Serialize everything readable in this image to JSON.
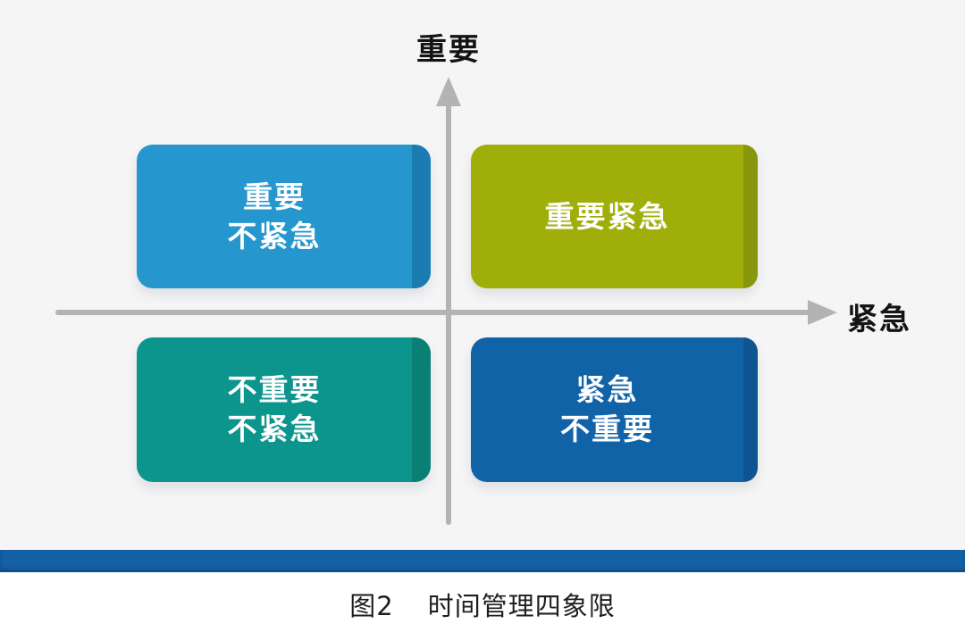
{
  "figure": {
    "background_color": "#f5f5f6",
    "axis_color": "#b3b3b3",
    "y_axis_label": "重要",
    "x_axis_label": "紧急",
    "quadrants": {
      "top_left": {
        "lines": [
          "重要",
          "不紧急"
        ],
        "color": "#2696ce",
        "edge_color": "#1a7cb0"
      },
      "top_right": {
        "lines": [
          "重要紧急"
        ],
        "color": "#9fae08",
        "edge_color": "#87960b"
      },
      "bottom_left": {
        "lines": [
          "不重要",
          "不紧急"
        ],
        "color": "#0b958d",
        "edge_color": "#097f76"
      },
      "bottom_right": {
        "lines": [
          "紧急",
          "不重要"
        ],
        "color": "#1163a8",
        "edge_color": "#0d5490"
      }
    },
    "divider_bar_color": "#1460a4",
    "caption": {
      "prefix": "图2",
      "title": "时间管理四象限"
    }
  }
}
